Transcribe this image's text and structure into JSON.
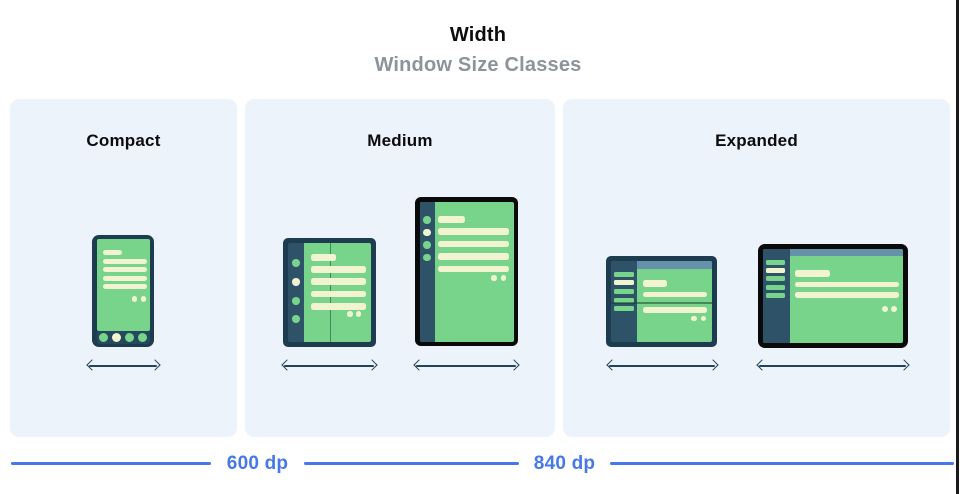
{
  "header": {
    "title": "Width",
    "subtitle": "Window Size Classes"
  },
  "panels": [
    {
      "id": "compact",
      "label": "Compact",
      "devices": [
        "phone-portrait"
      ]
    },
    {
      "id": "medium",
      "label": "Medium",
      "devices": [
        "foldable-open-portrait",
        "tablet-portrait"
      ]
    },
    {
      "id": "expanded",
      "label": "Expanded",
      "devices": [
        "foldable-open-landscape",
        "tablet-landscape"
      ]
    }
  ],
  "ruler": {
    "breakpoints": [
      {
        "label": "600 dp"
      },
      {
        "label": "840 dp"
      }
    ]
  },
  "icons": {
    "width_arrow": "left-right-double-arrow"
  },
  "colors": {
    "panel_bg": "#edf3fb",
    "frame_navy": "#1e3c50",
    "rail_navy": "#2e5368",
    "navbar_navy": "#26485d",
    "screen_green": "#78d48b",
    "content_cream": "#f2f3d1",
    "fold_green": "#41895a",
    "topbar_slate": "#6691aa",
    "device_black": "#0a0a0a",
    "arrow_navy": "#22445a",
    "ruler_blue": "#4678e8",
    "subtitle_gray": "#8d939b",
    "title_color": "#0c0c0e"
  }
}
